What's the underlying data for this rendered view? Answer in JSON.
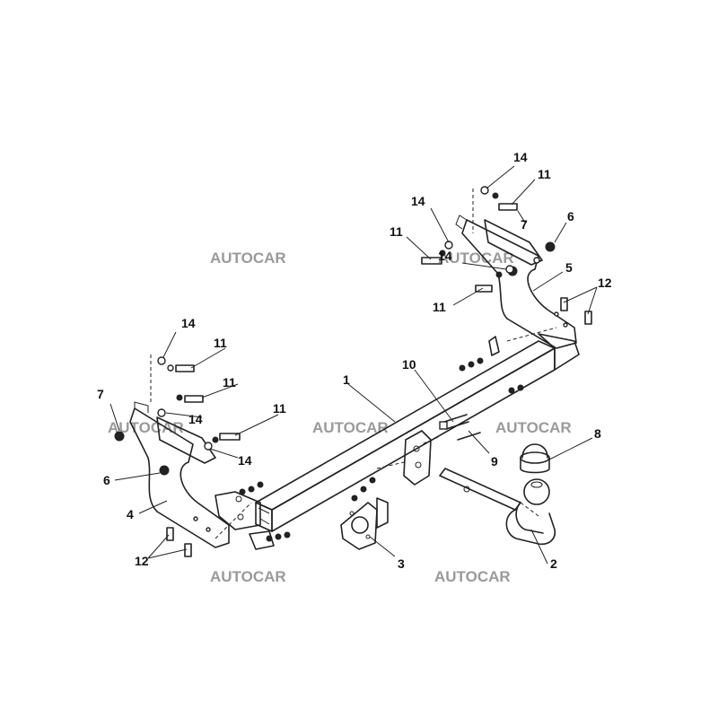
{
  "watermark": "AUTOCAR",
  "labels": {
    "l1": "1",
    "l2": "2",
    "l3": "3",
    "l4": "4",
    "l5": "5",
    "l6a": "6",
    "l6b": "6",
    "l7a": "7",
    "l7b": "7",
    "l8": "8",
    "l9": "9",
    "l10": "10",
    "l11a": "11",
    "l11b": "11",
    "l11c": "11",
    "l11d": "11",
    "l11e": "11",
    "l11f": "11",
    "l12a": "12",
    "l12b": "12",
    "l14a": "14",
    "l14b": "14",
    "l14c": "14",
    "l14d": "14",
    "l14e": "14",
    "l14f": "14"
  }
}
